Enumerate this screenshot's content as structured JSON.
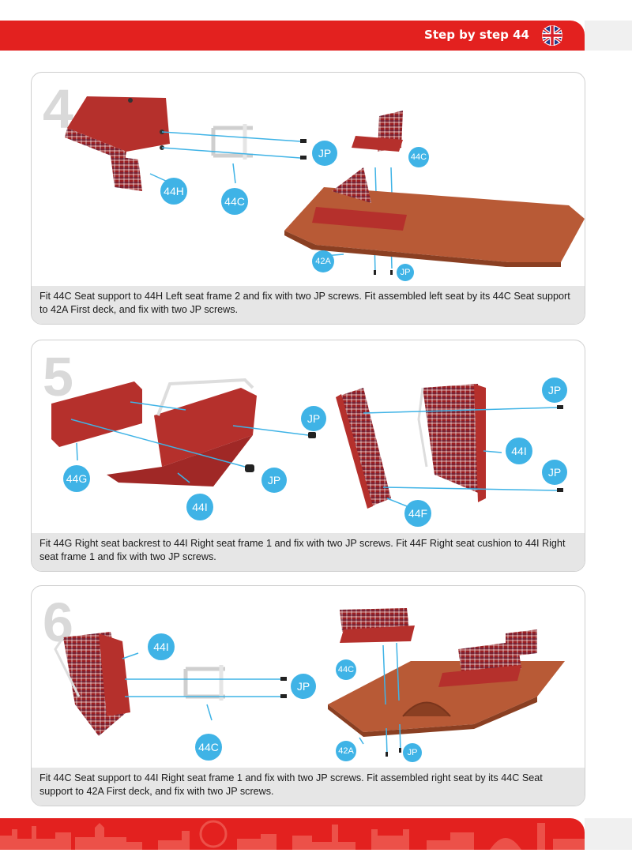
{
  "header": {
    "title": "Step by step 44",
    "flag_icon": "uk-flag-icon"
  },
  "colors": {
    "brand_red": "#e3211f",
    "callout_blue": "#3fb3e6",
    "caption_bg": "#e6e6e6",
    "part_red": "#b5302c"
  },
  "steps": [
    {
      "number": "4",
      "labels": {
        "jp1": "JP",
        "c44a": "44C",
        "h44": "44H",
        "c44b": "44C",
        "a42": "42A",
        "jp2": "JP"
      },
      "caption": "Fit 44C Seat support to 44H Left seat frame 2 and fix with two JP screws. Fit assembled left seat by its 44C Seat support to 42A First deck, and fix with two JP screws."
    },
    {
      "number": "5",
      "labels": {
        "jp1": "JP",
        "jp2": "JP",
        "g44": "44G",
        "i44a": "44I",
        "jp3": "JP",
        "i44b": "44I",
        "jp4": "JP",
        "f44": "44F"
      },
      "caption": "Fit 44G Right seat backrest to 44I Right seat frame 1 and fix with two JP screws. Fit 44F Right seat cushion to 44I Right seat frame 1 and fix with two JP screws."
    },
    {
      "number": "6",
      "labels": {
        "i44": "44I",
        "jp1": "JP",
        "c44a": "44C",
        "c44b": "44C",
        "a42": "42A",
        "jp2": "JP"
      },
      "caption": "Fit 44C Seat support to 44I Right seat frame 1 and fix with two JP screws. Fit assembled right seat by its 44C Seat support to 42A First deck, and fix with two JP screws."
    }
  ]
}
